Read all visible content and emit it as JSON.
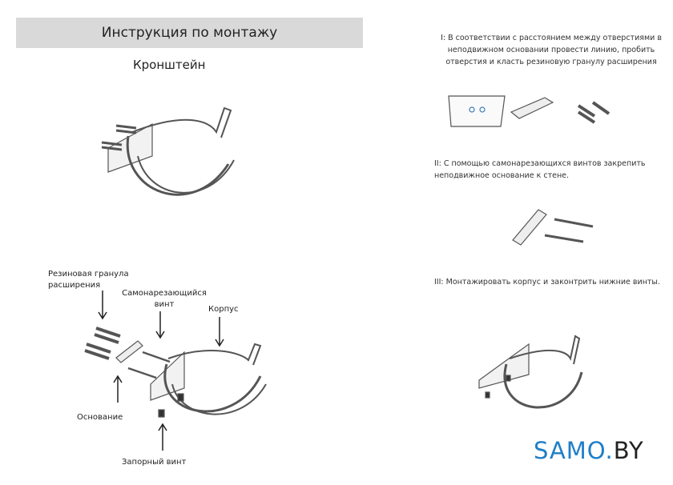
{
  "header": {
    "title": "Инструкция по монтажу"
  },
  "subtitle": "Кронштейн",
  "steps": {
    "step1": "I: В соответствии с расстоянием между отверстиями в неподвижном основании провести линию, пробить отверстия и класть резиновую гранулу расширения",
    "step2": "II: С помощью самонарезающихся винтов закрепить неподвижное основание к стене.",
    "step3": "III: Монтажировать корпус и законтрить нижние винты."
  },
  "labels": {
    "rubber_plug": "Резиновая гранула расширения",
    "self_tapping_screw": "Самонарезающийся винт",
    "body": "Корпус",
    "base": "Основание",
    "lock_screw": "Запорный винт"
  },
  "logo": {
    "part1": "SAMO",
    "part2": "BY"
  },
  "colors": {
    "header_bg": "#d9d9d9",
    "logo_blue": "#1e7fc8"
  }
}
